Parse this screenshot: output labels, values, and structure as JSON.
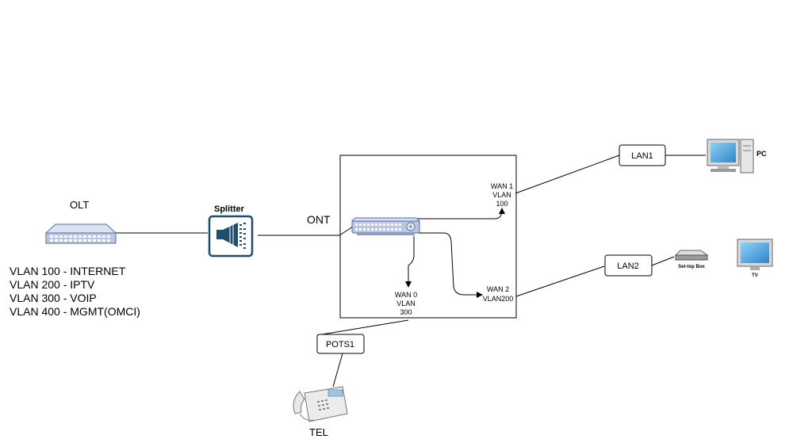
{
  "nodes": {
    "olt": "OLT",
    "splitter": "Splitter",
    "ont": "ONT",
    "pc": "PC",
    "set_top_box": "Set-top Box",
    "tv": "TV",
    "tel": "TEL"
  },
  "ports": {
    "lan1": "LAN1",
    "lan2": "LAN2",
    "pots1": "POTS1"
  },
  "wan": {
    "wan1": [
      "WAN 1",
      "VLAN",
      "100"
    ],
    "wan0": [
      "WAN 0",
      "VLAN",
      "300"
    ],
    "wan2": [
      "WAN 2",
      "VLAN200"
    ]
  },
  "vlan_list": [
    "VLAN 100 - INTERNET",
    "VLAN 200 - IPTV",
    "VLAN 300 - VOIP",
    "VLAN 400 - MGMT(OMCI)"
  ],
  "colors": {
    "device_blue": "#b9c6e4",
    "device_edge": "#5a6c98",
    "splitter_teal": "#1e4d6e",
    "screen_blue": "#4aa3df"
  }
}
